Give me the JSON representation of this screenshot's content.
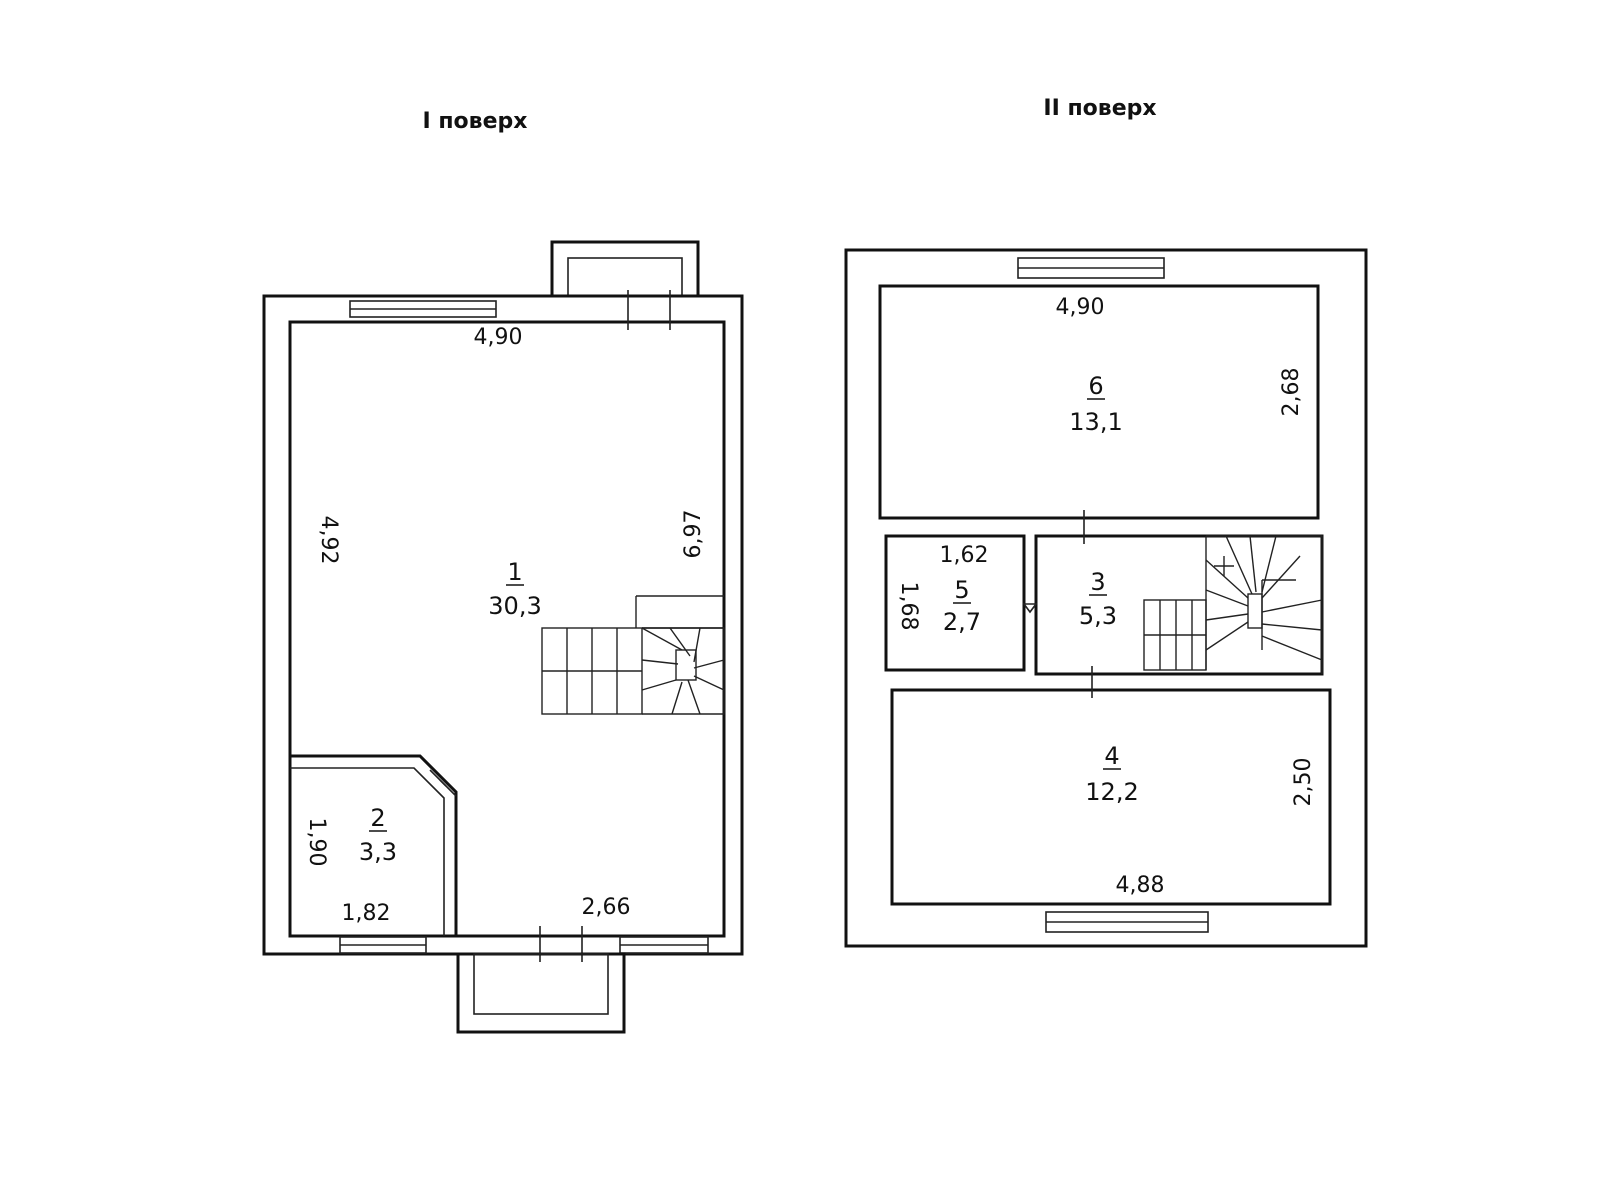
{
  "floors": [
    {
      "title": "I поверх",
      "rooms": [
        {
          "number": "1",
          "area": "30,3"
        },
        {
          "number": "2",
          "area": "3,3"
        }
      ],
      "dimensions": {
        "top": "4,90",
        "left": "4,92",
        "right": "6,97",
        "room2_side": "1,90",
        "room2_bottom": "1,82",
        "bottom": "2,66"
      }
    },
    {
      "title": "II поверх",
      "rooms": [
        {
          "number": "6",
          "area": "13,1"
        },
        {
          "number": "5",
          "area": "2,7"
        },
        {
          "number": "3",
          "area": "5,3"
        },
        {
          "number": "4",
          "area": "12,2"
        }
      ],
      "dimensions": {
        "top": "4,90",
        "right_upper": "2,68",
        "hall_width": "1,62",
        "hall_height": "1,68",
        "right_lower": "2,50",
        "bottom": "4,88"
      }
    }
  ]
}
